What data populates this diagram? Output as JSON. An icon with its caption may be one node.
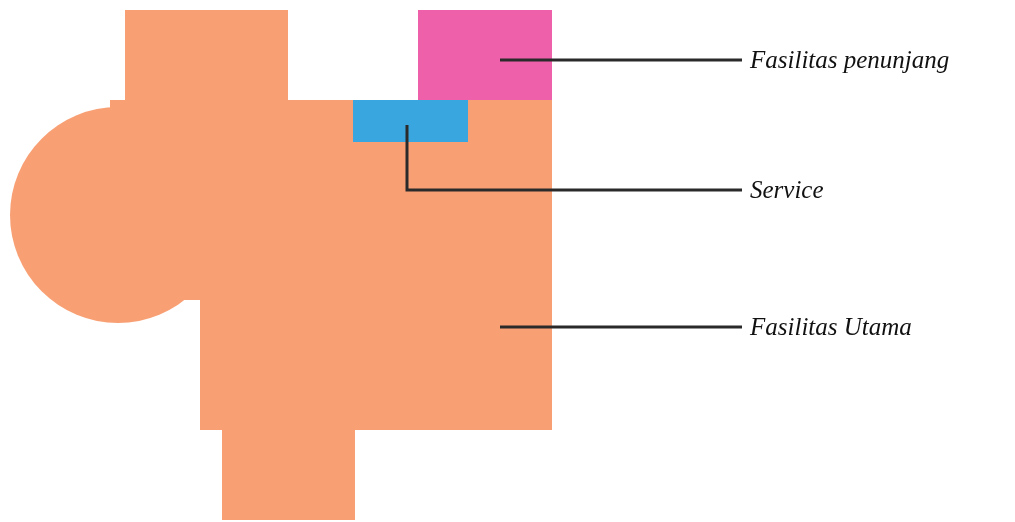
{
  "diagram": {
    "nodes": [
      {
        "text": [
          "Fasilitas penunjang"
        ]
      },
      {
        "text": [
          "Service"
        ]
      },
      {
        "text": [
          "Fasilitas Utama"
        ]
      },
      {
        "text": [],
        "shape": "box",
        "in": 5
      },
      {
        "text": [],
        "shape": "box",
        "in": 5
      },
      {
        "text": [],
        "shape": "picture"
      }
    ],
    "edges": [
      {
        "from": 0,
        "to": 3,
        "arrow": "none"
      },
      {
        "from": 1,
        "to": 4,
        "arrow": "none"
      },
      {
        "from": 2,
        "to": 5,
        "arrow": "none"
      }
    ]
  }
}
